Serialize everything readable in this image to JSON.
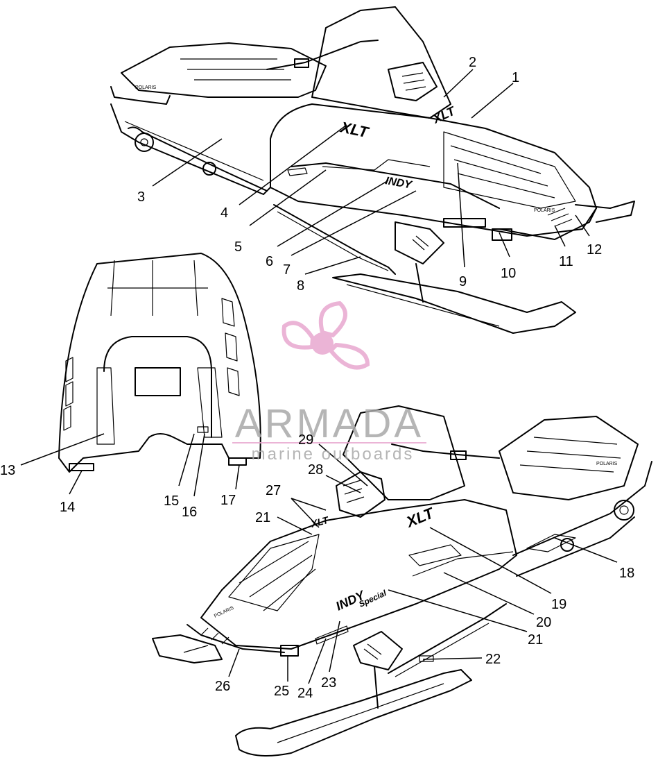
{
  "callouts": [
    "1",
    "2",
    "3",
    "4",
    "5",
    "6",
    "7",
    "8",
    "9",
    "10",
    "11",
    "12",
    "13",
    "14",
    "15",
    "16",
    "17",
    "18",
    "19",
    "20",
    "21",
    "22",
    "23",
    "24",
    "25",
    "26",
    "27",
    "28",
    "29"
  ],
  "callout_21_repeat": "21",
  "decals": {
    "xlt": "XLT",
    "indy": "INDY",
    "special": "Special",
    "polaris": "POLARIS"
  },
  "watermark": {
    "brand": "ARMADA",
    "tagline": "marine outboards"
  },
  "colors": {
    "line": "#000000",
    "watermark_pink": "#e8a8cf",
    "watermark_grey": "#a9a9a9"
  }
}
